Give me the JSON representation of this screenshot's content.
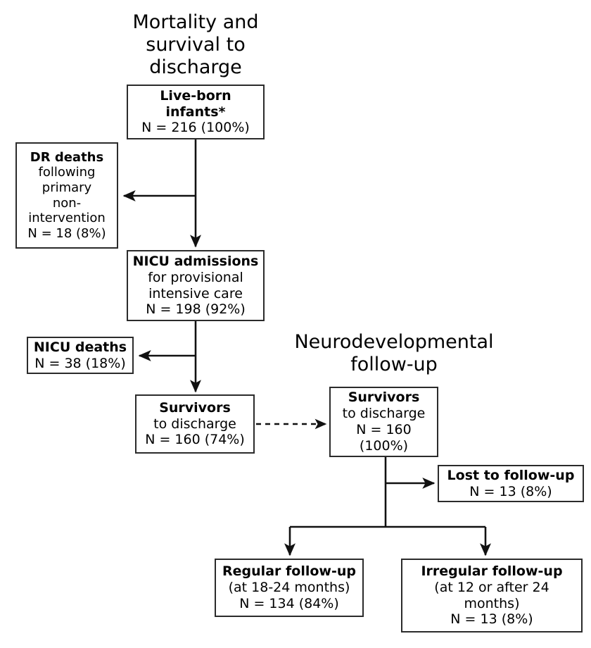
{
  "figure": {
    "type": "flowchart",
    "orientation": "top-down",
    "background": "#ffffff",
    "line_color": "#2b2b2b"
  },
  "sections": {
    "mortality": {
      "title_line1": "Mortality and",
      "title_line2": "survival to",
      "title_line3": "discharge"
    },
    "neuro": {
      "title_line1": "Neurodevelopmental",
      "title_line2": "follow-up"
    }
  },
  "nodes": {
    "liveborn": {
      "line1": "Live-born",
      "line2": "infants*",
      "line3": "N = 216 (100%)",
      "n": 216,
      "percent": "100%"
    },
    "dr_deaths": {
      "line1": "DR deaths",
      "line2": "following",
      "line3": "primary",
      "line4": "non-",
      "line5": "intervention",
      "line6": "N = 18 (8%)",
      "n": 18,
      "percent": "8%"
    },
    "nicu_admissions": {
      "line1": "NICU admissions",
      "line2": "for provisional",
      "line3": "intensive care",
      "line4": "N = 198 (92%)",
      "n": 198,
      "percent": "92%"
    },
    "nicu_deaths": {
      "line1": "NICU deaths",
      "line2": "N = 38 (18%)",
      "n": 38,
      "percent": "18%"
    },
    "survivors_left": {
      "line1": "Survivors",
      "line2": "to discharge",
      "line3": "N = 160 (74%)",
      "n": 160,
      "percent": "74%"
    },
    "survivors_right": {
      "line1": "Survivors",
      "line2": "to discharge",
      "line3": "N = 160",
      "line4": "(100%)",
      "n": 160,
      "percent": "100%"
    },
    "lost_to_followup": {
      "line1": "Lost to follow-up",
      "line2": "N = 13 (8%)",
      "n": 13,
      "percent": "8%"
    },
    "regular_followup": {
      "line1": "Regular follow-up",
      "line2": "(at 18-24 months)",
      "line3": "N = 134 (84%)",
      "n": 134,
      "percent": "84%"
    },
    "irregular_followup": {
      "line1": "Irregular follow-up",
      "line2": "(at 12 or after 24",
      "line3": "months)",
      "line4": "N = 13 (8%)",
      "n": 13,
      "percent": "8%"
    }
  },
  "edges": [
    {
      "from": "liveborn",
      "to": "nicu_admissions",
      "style": "solid",
      "arrow": "down"
    },
    {
      "from": "liveborn",
      "to": "dr_deaths",
      "style": "solid",
      "arrow": "left"
    },
    {
      "from": "nicu_admissions",
      "to": "survivors_left",
      "style": "solid",
      "arrow": "down"
    },
    {
      "from": "nicu_admissions",
      "to": "nicu_deaths",
      "style": "solid",
      "arrow": "left"
    },
    {
      "from": "survivors_left",
      "to": "survivors_right",
      "style": "dashed",
      "arrow": "right"
    },
    {
      "from": "survivors_right",
      "to": "lost_to_followup",
      "style": "solid",
      "arrow": "right"
    },
    {
      "from": "survivors_right",
      "to": "regular_followup",
      "style": "solid",
      "arrow": "down"
    },
    {
      "from": "survivors_right",
      "to": "irregular_followup",
      "style": "solid",
      "arrow": "down"
    }
  ]
}
